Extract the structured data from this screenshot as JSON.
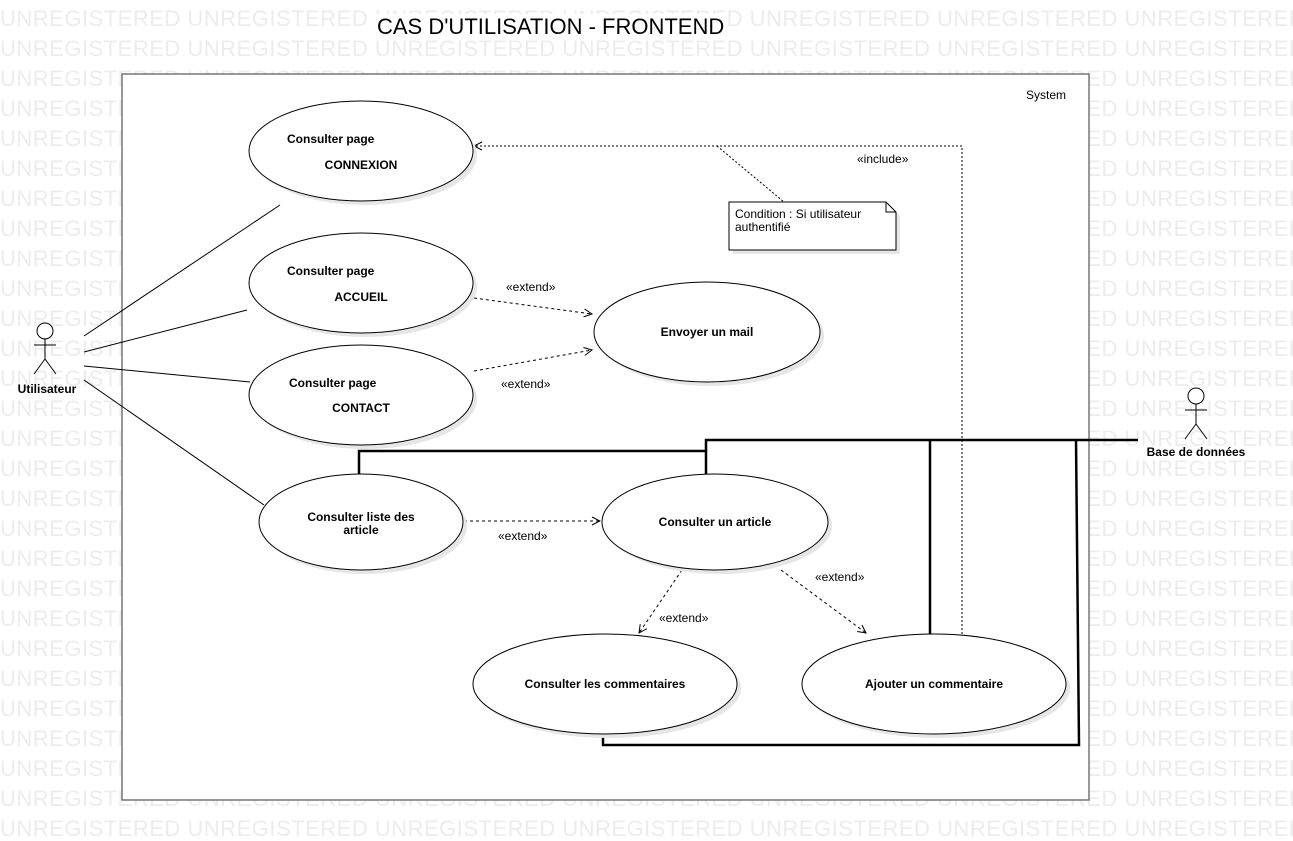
{
  "title": "CAS D'UTILISATION - FRONTEND",
  "watermark": "UNREGISTERED",
  "system_label": "System",
  "actors": {
    "user": "Utilisateur",
    "database": "Base de données"
  },
  "use_cases": {
    "connexion": [
      "Consulter page",
      "CONNEXION"
    ],
    "accueil": [
      "Consulter page",
      "ACCUEIL"
    ],
    "contact": [
      "Consulter page",
      "CONTACT"
    ],
    "mail": [
      "Envoyer un mail"
    ],
    "liste_articles": [
      "Consulter liste des",
      "article"
    ],
    "article": [
      "Consulter un article"
    ],
    "commentaires": [
      "Consulter les commentaires"
    ],
    "ajouter_commentaire": [
      "Ajouter un commentaire"
    ]
  },
  "relations": {
    "include": "«include»",
    "extend": "«extend»"
  },
  "note": [
    "Condition : Si utilisateur",
    "authentifié"
  ],
  "colors": {
    "stroke": "#000000",
    "shadow": "#e6e6e6",
    "watermark": "#ececec",
    "background": "#ffffff"
  }
}
